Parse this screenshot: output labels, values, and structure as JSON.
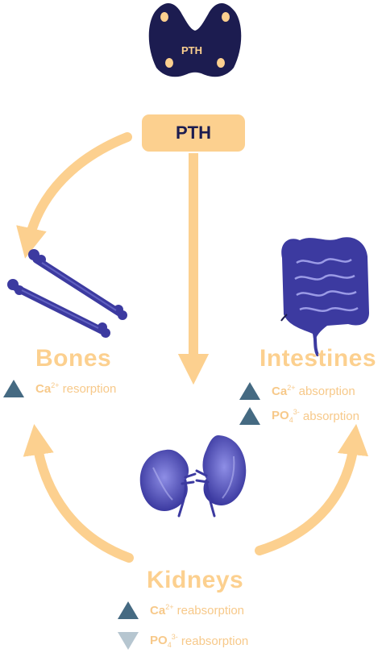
{
  "hormone": {
    "box_label": "PTH",
    "gland_label": "PTH"
  },
  "bones": {
    "title": "Bones",
    "effects": [
      {
        "direction": "up",
        "ion": "Ca",
        "charge": "2+",
        "text": "resorption"
      }
    ]
  },
  "intestines": {
    "title": "Intestines",
    "effects": [
      {
        "direction": "up",
        "ion": "Ca",
        "charge": "2+",
        "text": "absorption"
      },
      {
        "direction": "up",
        "ion": "PO",
        "sub": "4",
        "charge": "3-",
        "text": "absorption"
      }
    ]
  },
  "kidneys": {
    "title": "Kidneys",
    "effects": [
      {
        "direction": "up",
        "ion": "Ca",
        "charge": "2+",
        "text": "reabsorption"
      },
      {
        "direction": "down",
        "ion": "PO",
        "sub": "4",
        "charge": "3-",
        "text": "reabsorption"
      }
    ]
  },
  "colors": {
    "accent": "#fcd08f",
    "organ": "#3c3aa0",
    "gland": "#1c1c50",
    "increase": "#456a82",
    "decrease": "#b6c6d0"
  }
}
